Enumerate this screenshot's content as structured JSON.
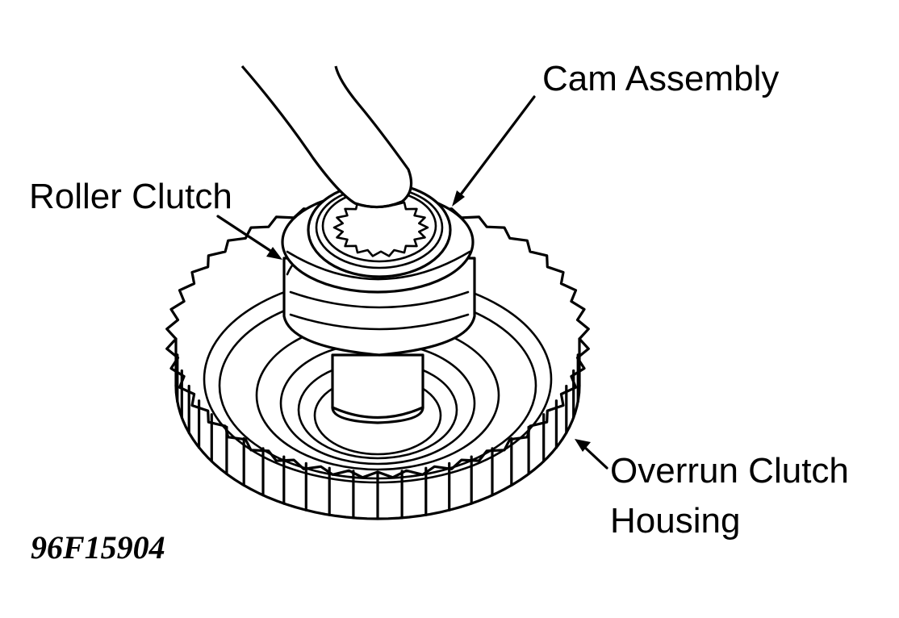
{
  "labels": {
    "cam_assembly": "Cam Assembly",
    "roller_clutch": "Roller Clutch",
    "overrun_clutch_housing_line1": "Overrun Clutch",
    "overrun_clutch_housing_line2": "Housing"
  },
  "figure_id": "96F15904",
  "colors": {
    "ink": "#000000",
    "background": "#ffffff"
  }
}
